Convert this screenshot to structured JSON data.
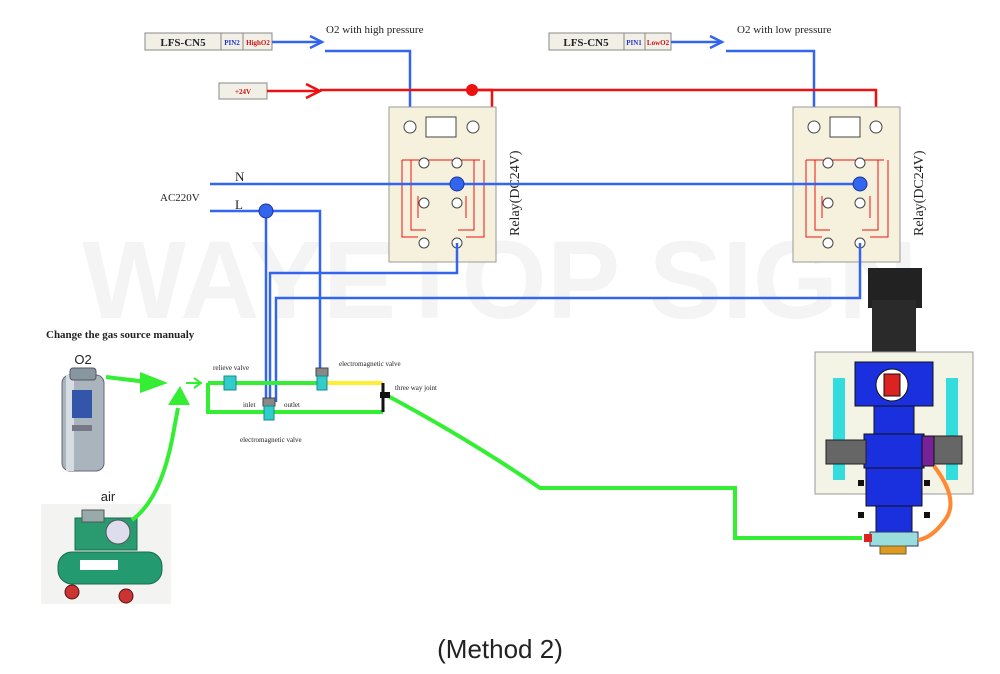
{
  "watermark": "WAYETOP SIGN",
  "controllers": {
    "high": {
      "model": "LFS-CN5",
      "pin": "PIN2",
      "signal": "HighO2"
    },
    "low": {
      "model": "LFS-CN5",
      "pin": "PIN1",
      "signal": "LowO2"
    }
  },
  "labels": {
    "o2_high": "O2   with high pressure",
    "o2_low": "O2   with low pressure",
    "plus24v": "+24V",
    "ac220v": "AC220V",
    "n": "N",
    "l": "L",
    "relay": "Relay(DC24V)",
    "change_gas": "Change the gas source manualy",
    "o2": "O2",
    "air": "air",
    "relieve_valve": "relieve valve",
    "em_valve_top": "electromagnetic valve",
    "em_valve_bottom": "electromagnetic valve",
    "inlet": "inlet",
    "outlet": "outlet",
    "three_way": "three way joint"
  },
  "caption": "(Method 2)",
  "colors": {
    "wire_blue": "#3366ee",
    "wire_red": "#ee1111",
    "gas_green": "#33ee33",
    "pipe_yellow": "#ffee33",
    "valve_cyan": "#33cccc",
    "relay_bg": "#f6f1dc",
    "machine_blue": "#1a2fdd",
    "machine_cyan": "#33dddd"
  }
}
